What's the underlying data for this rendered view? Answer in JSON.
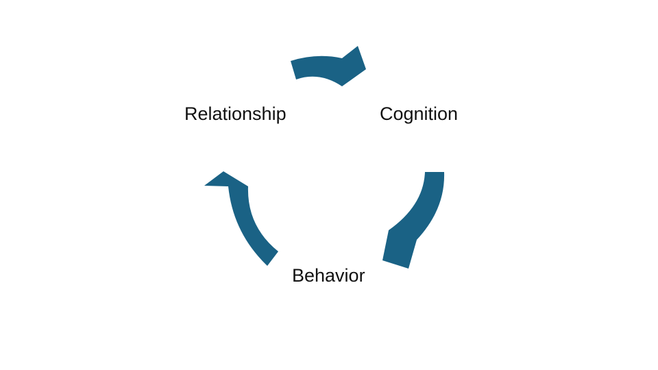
{
  "diagram": {
    "type": "cycle",
    "arrow_color": "#1a6285",
    "nodes": [
      {
        "id": "relationship",
        "label": "Relationship"
      },
      {
        "id": "cognition",
        "label": "Cognition"
      },
      {
        "id": "behavior",
        "label": "Behavior"
      }
    ],
    "edges": [
      {
        "from": "relationship",
        "to": "cognition"
      },
      {
        "from": "cognition",
        "to": "behavior"
      },
      {
        "from": "behavior",
        "to": "relationship"
      }
    ]
  }
}
